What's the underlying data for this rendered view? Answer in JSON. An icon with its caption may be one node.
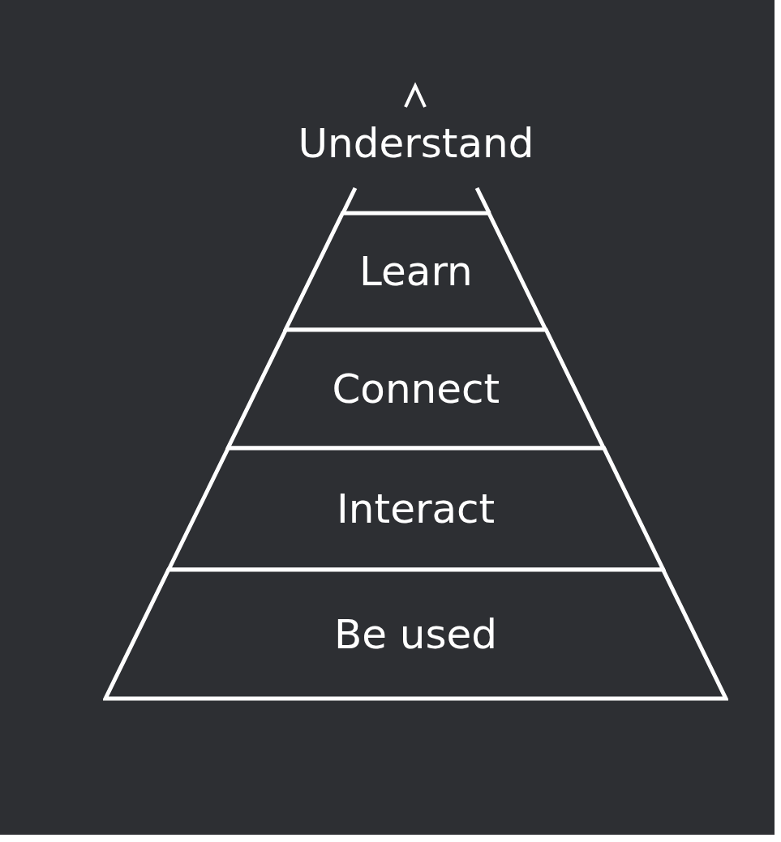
{
  "diagram": {
    "nodes": [
      {
        "text": [
          "Learn"
        ]
      },
      {
        "text": [
          "Connect"
        ]
      },
      {
        "text": [
          "Interact"
        ]
      },
      {
        "text": [
          "Be used"
        ]
      }
    ],
    "labels": [
      "Understand"
    ]
  }
}
